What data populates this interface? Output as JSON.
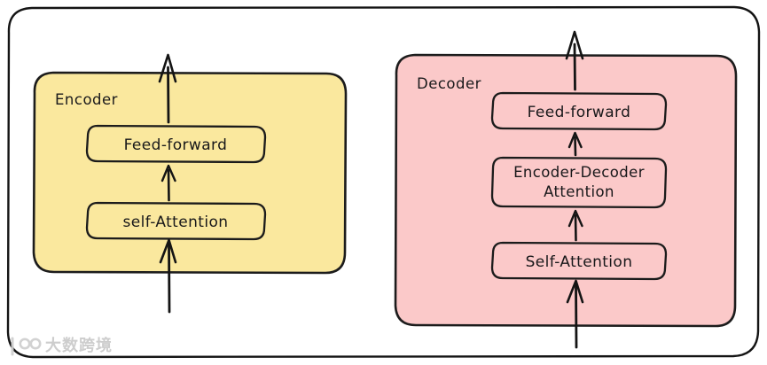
{
  "diagram": {
    "type": "transformer-encoder-decoder-block",
    "background_color": "#ffffff",
    "frame": {
      "name": "outer-frame",
      "stroke": "#111111",
      "fill": "#ffffff"
    },
    "panels": [
      {
        "id": "encoder",
        "title": "Encoder",
        "fill": "#fae89e",
        "stroke": "#1a1a1a",
        "blocks": [
          {
            "id": "encoder-feed-forward",
            "label": "Feed-forward"
          },
          {
            "id": "encoder-self-attention",
            "label": "self-Attention"
          }
        ]
      },
      {
        "id": "decoder",
        "title": "Decoder",
        "fill": "#fbc9c9",
        "stroke": "#1a1a1a",
        "blocks": [
          {
            "id": "decoder-feed-forward",
            "label": "Feed-forward"
          },
          {
            "id": "decoder-encoder-decoder-attention",
            "label_line1": "Encoder-Decoder",
            "label_line2": "Attention"
          },
          {
            "id": "decoder-self-attention",
            "label": "Self-Attention"
          }
        ]
      }
    ],
    "arrows": [
      {
        "id": "encoder-input-arrow",
        "direction": "up"
      },
      {
        "id": "encoder-self-attention-to-feed-forward-arrow",
        "direction": "up"
      },
      {
        "id": "encoder-output-arrow",
        "direction": "up"
      },
      {
        "id": "decoder-input-arrow",
        "direction": "up"
      },
      {
        "id": "decoder-self-attention-to-cross-attention-arrow",
        "direction": "up"
      },
      {
        "id": "decoder-cross-attention-to-feed-forward-arrow",
        "direction": "up"
      },
      {
        "id": "decoder-output-arrow",
        "direction": "up"
      }
    ],
    "watermark": {
      "text": "大数跨境",
      "color": "#c9c9c9"
    }
  }
}
